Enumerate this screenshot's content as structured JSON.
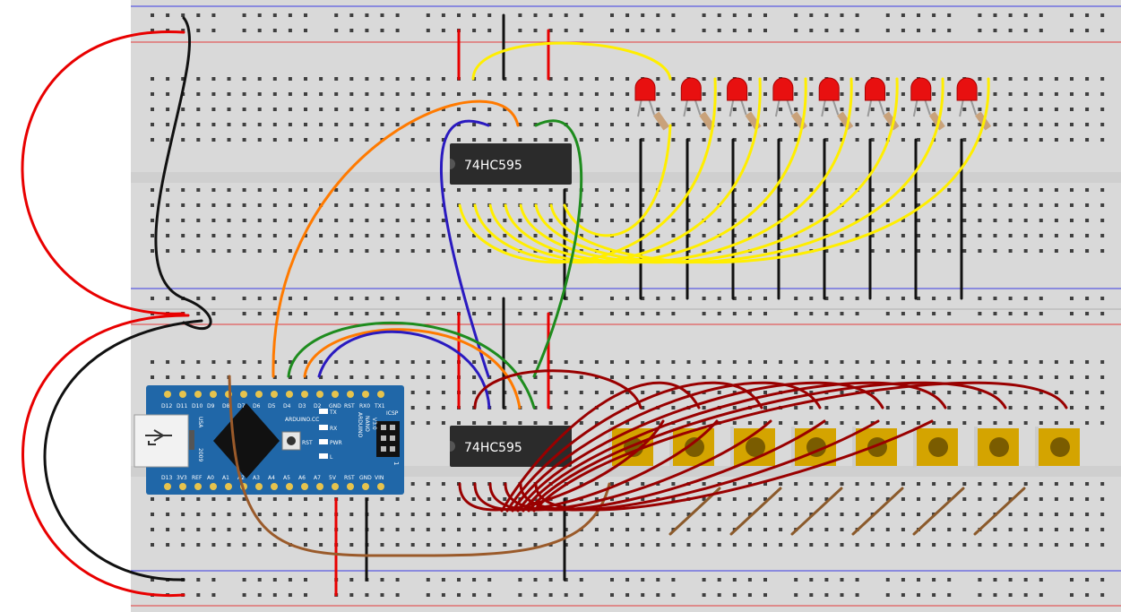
{
  "colors": {
    "board": "#d9d9d9",
    "hole": "#3f3f3f",
    "rail_red": "#e23b3b",
    "rail_blue": "#3b3be2",
    "nano_blue": "#2067a8",
    "chip": "#2b2b2b",
    "wire_red": "#e80000",
    "wire_black": "#111111",
    "wire_yellow": "#ffee00",
    "wire_orange": "#ff7a00",
    "wire_green": "#1e8c1e",
    "wire_blue": "#2a1ac0",
    "wire_darkred": "#990000",
    "wire_brown": "#9a5a2a",
    "led": "#e81010",
    "button_body": "#d4a400"
  },
  "chips": [
    {
      "label": "74HC595"
    },
    {
      "label": "74HC595"
    }
  ],
  "arduino": {
    "top_pins": [
      "D12",
      "D11",
      "D10",
      "D9",
      "D8",
      "D7",
      "D6",
      "D5",
      "D4",
      "D3",
      "D2",
      "GND",
      "RST",
      "RX0",
      "TX1"
    ],
    "bottom_pins": [
      "D13",
      "3V3",
      "REF",
      "A0",
      "A1",
      "A2",
      "A3",
      "A4",
      "A5",
      "A6",
      "A7",
      "5V",
      "RST",
      "GND",
      "VIN"
    ],
    "brand": "ARDUINO.CC",
    "model_line1": "ARDUINO",
    "model_line2": "NANO",
    "model_line3": "V3.0",
    "usa": "USA",
    "year": "2009",
    "rst": "RST",
    "icsp": "ICSP",
    "led_tx": "TX",
    "led_rx": "RX",
    "led_pwr": "PWR",
    "led_l": "L",
    "one": "1"
  },
  "led_count": 8,
  "button_count": 8
}
